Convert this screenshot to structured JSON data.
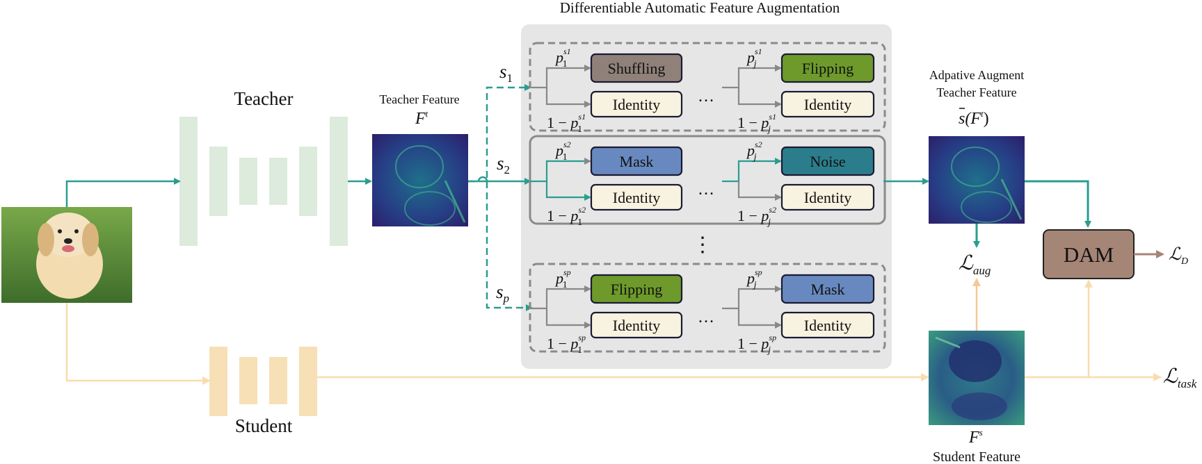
{
  "title": "Differentiable Automatic Feature Augmentation",
  "teacher": {
    "label": "Teacher",
    "feature_label": "Teacher Feature",
    "feature_symbol": "F",
    "feature_sup": "t"
  },
  "student": {
    "label": "Student",
    "feature_label": "Student Feature",
    "feature_symbol": "F",
    "feature_sup": "s"
  },
  "adaptive": {
    "line1": "Adpative Augment",
    "line2": "Teacher Feature",
    "symbol_s": "s",
    "symbol_F": "(F",
    "symbol_sup": "t",
    "symbol_close": ")"
  },
  "dam": {
    "label": "DAM"
  },
  "losses": {
    "aug_sub": "aug",
    "d_sub": "D",
    "task_sub": "task",
    "script": "ℒ"
  },
  "colors": {
    "teal": "#2a9d8f",
    "teacher_block": "#dcebdc",
    "student_block": "#f7dfb6",
    "student_arrow": "#f9dcae",
    "dam_fill": "#a58576",
    "panel": "#e6e6e6",
    "shuffling": "#8f8079",
    "flipping": "#6d9a2b",
    "mask": "#6889c0",
    "noise": "#2b7d8c",
    "identity": "#f8f3e0"
  },
  "strategies": [
    {
      "name": "s",
      "sub": "1",
      "style": "dashed",
      "left": {
        "op": "Shuffling",
        "color_key": "shuffling",
        "p_sub": "1",
        "p_sup": "s1"
      },
      "right": {
        "op": "Flipping",
        "color_key": "flipping",
        "p_sub": "j",
        "p_sup": "s1"
      },
      "identity": "Identity",
      "ellipsis": "…"
    },
    {
      "name": "s",
      "sub": "2",
      "style": "solid",
      "left": {
        "op": "Mask",
        "color_key": "mask",
        "p_sub": "1",
        "p_sup": "s2"
      },
      "right": {
        "op": "Noise",
        "color_key": "noise",
        "p_sub": "j",
        "p_sup": "s2"
      },
      "identity": "Identity",
      "ellipsis": "…"
    },
    {
      "name": "s",
      "sub": "p",
      "style": "dashed",
      "left": {
        "op": "Flipping",
        "color_key": "flipping",
        "p_sub": "1",
        "p_sup": "sp"
      },
      "right": {
        "op": "Mask",
        "color_key": "mask",
        "p_sub": "j",
        "p_sup": "sp"
      },
      "identity": "Identity",
      "ellipsis": "…"
    }
  ],
  "p_letter": "p",
  "one_minus": "1 −",
  "vertical_ellipsis": "⋮"
}
